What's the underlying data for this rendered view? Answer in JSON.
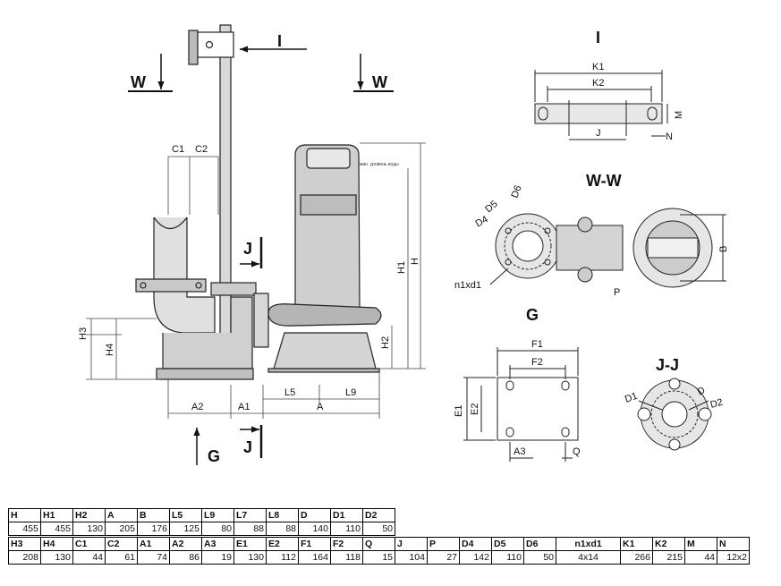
{
  "diagram": {
    "views": {
      "view_i": "I",
      "view_ww": "W-W",
      "view_g": "G",
      "view_jj": "J-J"
    },
    "markers": {
      "i_arrow": "I",
      "w_left": "W",
      "w_right": "W",
      "j_upper": "J",
      "j_lower": "J",
      "g_arrow": "G"
    },
    "dims": {
      "c1": "C1",
      "c2": "C2",
      "h3": "H3",
      "h4": "H4",
      "h1": "H1",
      "h": "H",
      "h2": "H2",
      "l5": "L5",
      "l9": "L9",
      "a2": "A2",
      "a1": "A1",
      "a": "A",
      "k1": "K1",
      "k2": "K2",
      "m": "M",
      "j": "J",
      "n": "N",
      "d5": "D5",
      "d6": "D6",
      "d4": "D4",
      "b": "B",
      "n1xd1": "n1xd1",
      "p": "P",
      "f1": "F1",
      "f2": "F2",
      "e1": "E1",
      "e2": "E2",
      "a3": "A3",
      "q": "Q",
      "d1": "D1",
      "d": "D",
      "d2": "D2",
      "water_level": "мин. уровень воды"
    }
  },
  "table1": {
    "headers": [
      "H",
      "H1",
      "H2",
      "A",
      "B",
      "L5",
      "L9",
      "L7",
      "L8",
      "D",
      "D1",
      "D2"
    ],
    "values": [
      "455",
      "455",
      "130",
      "205",
      "176",
      "125",
      "80",
      "88",
      "88",
      "140",
      "110",
      "50"
    ]
  },
  "table2": {
    "headers": [
      "H3",
      "H4",
      "C1",
      "C2",
      "A1",
      "A2",
      "A3",
      "E1",
      "E2",
      "F1",
      "F2",
      "Q",
      "J",
      "P",
      "D4",
      "D5",
      "D6",
      "n1xd1",
      "K1",
      "K2",
      "M",
      "N"
    ],
    "values": [
      "208",
      "130",
      "44",
      "61",
      "74",
      "86",
      "19",
      "130",
      "112",
      "164",
      "118",
      "15",
      "104",
      "27",
      "142",
      "110",
      "50",
      "4x14",
      "266",
      "215",
      "44",
      "12x2"
    ]
  }
}
